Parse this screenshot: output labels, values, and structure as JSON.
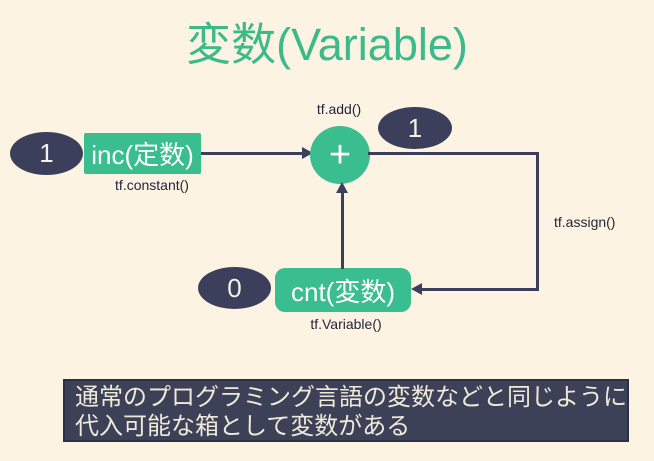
{
  "title": "変数(Variable)",
  "colors": {
    "background": "#fcf3e2",
    "green": "#3abd8f",
    "navy": "#3b3f5b",
    "title_green": "#3cba8c",
    "footer_bg": "#3d4158",
    "footer_text": "#efe9d9"
  },
  "diagram": {
    "inc": {
      "input_value": "1",
      "label": "inc(定数)",
      "api": "tf.constant()"
    },
    "add": {
      "symbol": "+",
      "api": "tf.add()",
      "output_value": "1"
    },
    "cnt": {
      "initial_value": "0",
      "label": "cnt(変数)",
      "api": "tf.Variable()"
    },
    "assign": {
      "api": "tf.assign()"
    }
  },
  "footer": {
    "line1": "通常のプログラミング言語の変数などと同じように",
    "line2": "代入可能な箱として変数がある"
  }
}
